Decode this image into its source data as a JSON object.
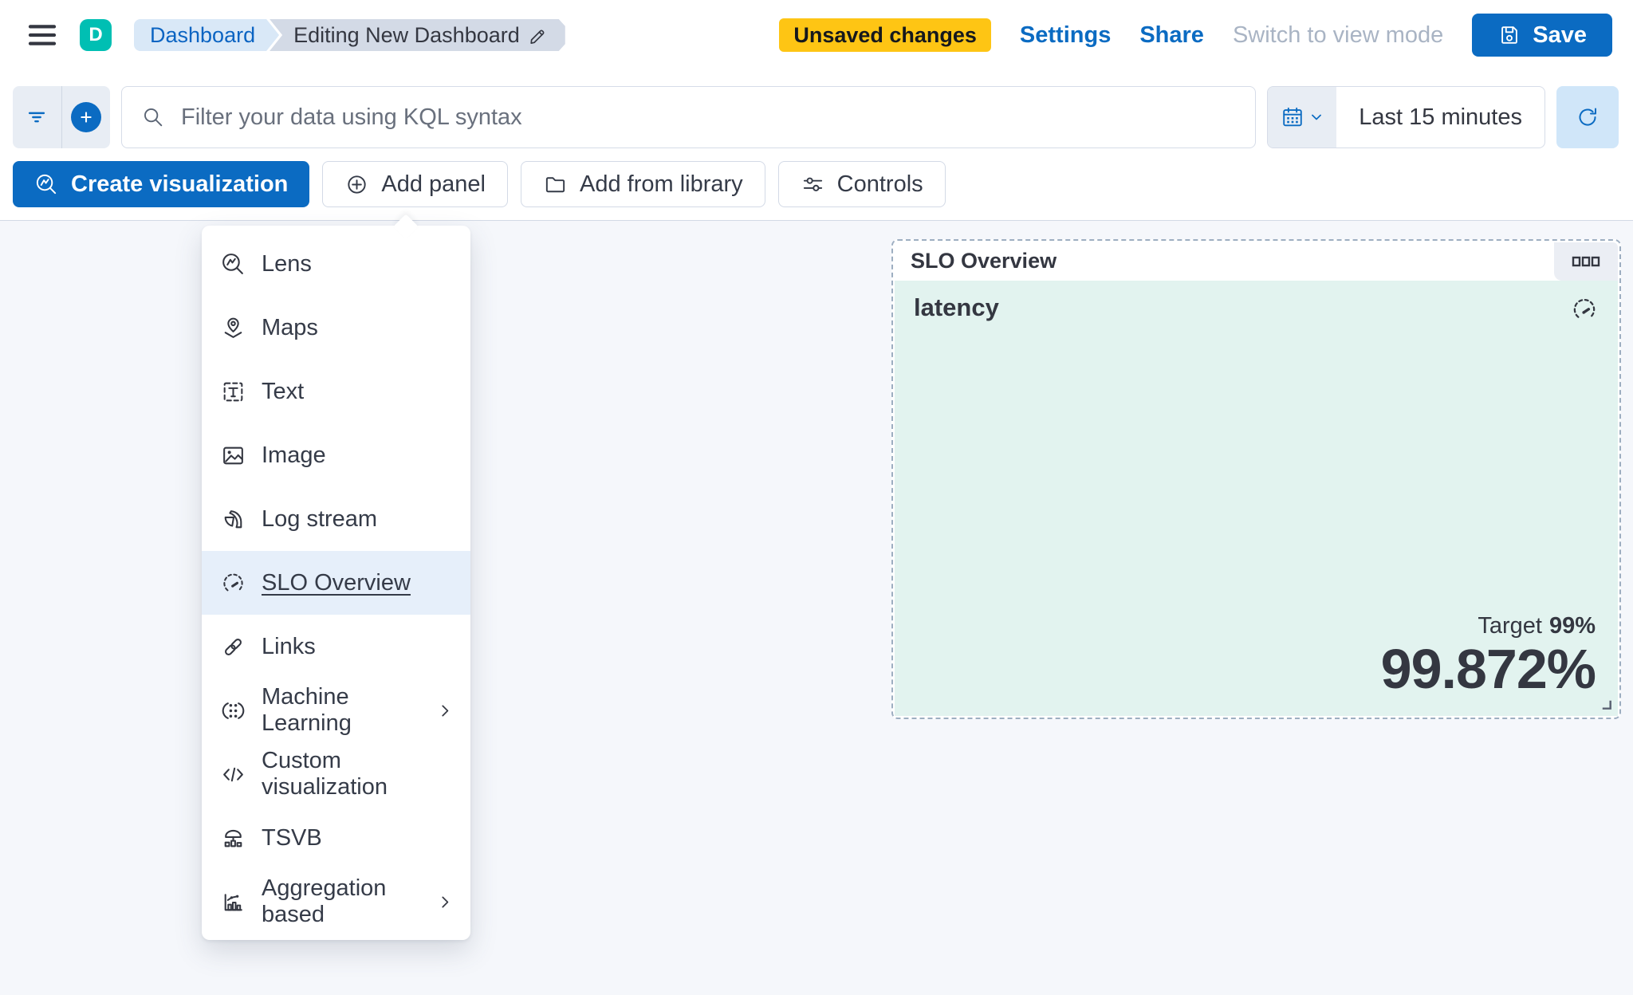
{
  "header": {
    "app_badge": "D",
    "breadcrumbs": [
      {
        "label": "Dashboard"
      },
      {
        "label": "Editing New Dashboard"
      }
    ],
    "unsaved_badge": "Unsaved changes",
    "settings_label": "Settings",
    "share_label": "Share",
    "view_mode_label": "Switch to view mode",
    "save_label": "Save"
  },
  "filter_bar": {
    "search_placeholder": "Filter your data using KQL syntax",
    "time_range": "Last 15 minutes"
  },
  "toolbar": {
    "create_visualization_label": "Create visualization",
    "add_panel_label": "Add panel",
    "add_from_library_label": "Add from library",
    "controls_label": "Controls"
  },
  "add_panel_menu": {
    "items": [
      {
        "label": "Lens",
        "icon": "lens",
        "selected": false,
        "has_submenu": false
      },
      {
        "label": "Maps",
        "icon": "maps",
        "selected": false,
        "has_submenu": false
      },
      {
        "label": "Text",
        "icon": "text",
        "selected": false,
        "has_submenu": false
      },
      {
        "label": "Image",
        "icon": "image",
        "selected": false,
        "has_submenu": false
      },
      {
        "label": "Log stream",
        "icon": "logstream",
        "selected": false,
        "has_submenu": false
      },
      {
        "label": "SLO Overview",
        "icon": "gauge",
        "selected": true,
        "has_submenu": false
      },
      {
        "label": "Links",
        "icon": "link",
        "selected": false,
        "has_submenu": false
      },
      {
        "label": "Machine Learning",
        "icon": "ml",
        "selected": false,
        "has_submenu": true
      },
      {
        "label": "Custom visualization",
        "icon": "code",
        "selected": false,
        "has_submenu": false
      },
      {
        "label": "TSVB",
        "icon": "tsvb",
        "selected": false,
        "has_submenu": false
      },
      {
        "label": "Aggregation based",
        "icon": "aggchart",
        "selected": false,
        "has_submenu": true
      }
    ]
  },
  "slo_panel": {
    "title": "SLO Overview",
    "metric_name": "latency",
    "target_label": "Target",
    "target_value": "99%",
    "value": "99.872%"
  },
  "colors": {
    "primary_blue": "#0b6bc2",
    "teal_badge": "#00bfb3",
    "warning_yellow": "#fec514",
    "panel_mint": "#e2f3ef",
    "text": "#343741",
    "menu_highlight": "#e6effa"
  }
}
